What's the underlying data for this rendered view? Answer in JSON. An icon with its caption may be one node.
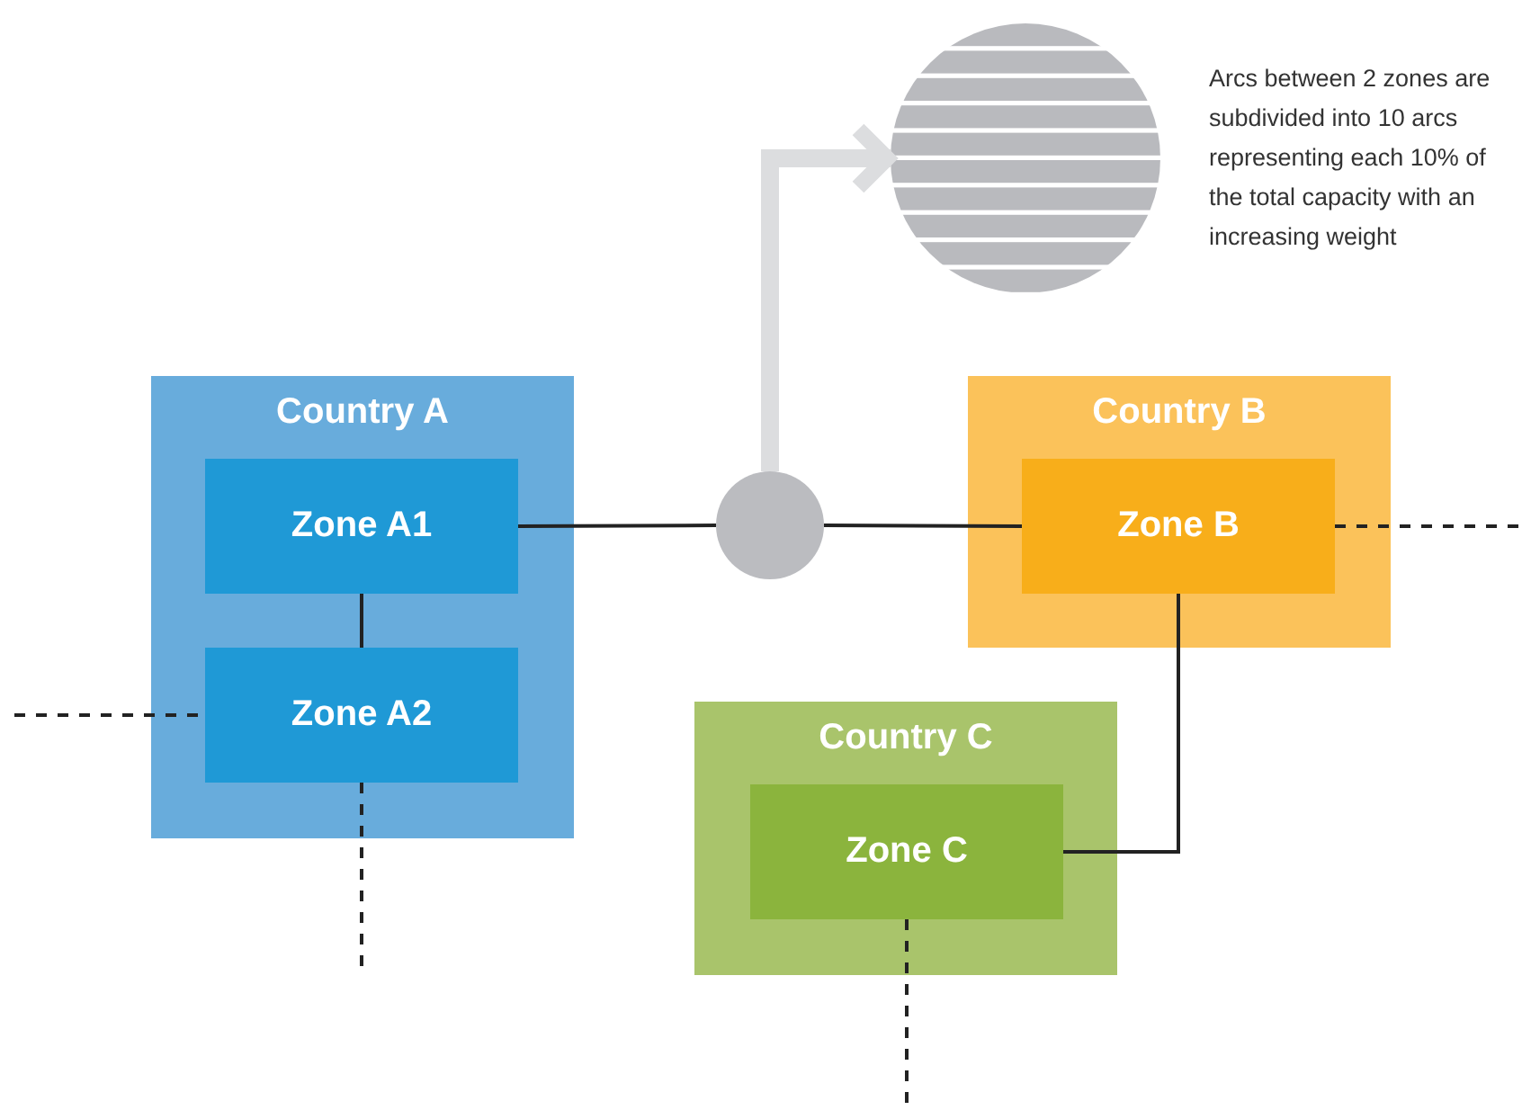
{
  "diagram": {
    "nodes": [
      {
        "text": [
          "Country A"
        ]
      },
      {
        "text": [
          "Zone A1"
        ],
        "in": 0
      },
      {
        "text": [
          "Zone A2"
        ],
        "in": 0
      },
      {
        "text": [],
        "shape": "circle"
      },
      {
        "text": [],
        "shape": "picture",
        "beside": [
          "Arcs between 2 zones are subdivided into 10 arcs representing each 10% of the total capacity with an increasing weight"
        ]
      },
      {
        "text": [
          "Country B"
        ]
      },
      {
        "text": [
          "Zone B"
        ],
        "in": 5
      },
      {
        "text": [
          "Country C"
        ]
      },
      {
        "text": [
          "Zone C"
        ],
        "in": 7
      }
    ],
    "edges": [
      {
        "from": 1,
        "to": 3,
        "arrow": "none"
      },
      {
        "from": 3,
        "to": 6,
        "arrow": "none"
      },
      {
        "from": 1,
        "to": 2,
        "arrow": "none"
      },
      {
        "from": null,
        "to": 2,
        "arrow": "none",
        "style": "dashed"
      },
      {
        "from": 2,
        "to": null,
        "arrow": "none",
        "style": "dashed"
      },
      {
        "from": 6,
        "to": null,
        "arrow": "none",
        "style": "dashed"
      },
      {
        "from": 6,
        "to": 8,
        "arrow": "none"
      },
      {
        "from": 8,
        "to": null,
        "arrow": "none",
        "style": "dashed"
      },
      {
        "from": 3,
        "to": 4,
        "arrow": "to",
        "style": "thick",
        "color": "#dcdddf"
      }
    ]
  }
}
